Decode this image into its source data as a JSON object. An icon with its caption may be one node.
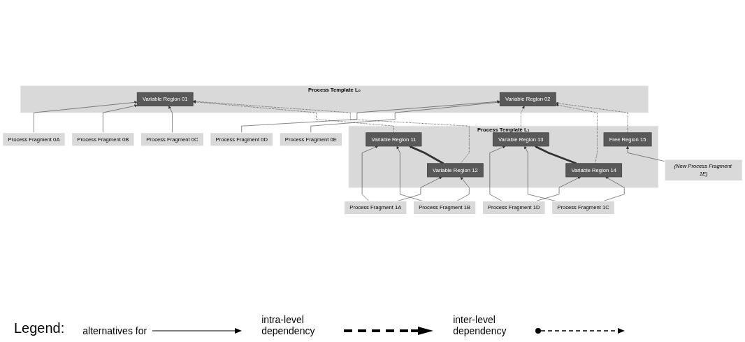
{
  "diagram": {
    "nodes": [
      {
        "text": [
          "Process Template L₀"
        ]
      },
      {
        "text": [
          "Variable Region 01"
        ],
        "in": 0
      },
      {
        "text": [
          "Variable Region 02"
        ],
        "in": 0
      },
      {
        "text": [
          "Process Template L₁"
        ]
      },
      {
        "text": [
          "Variable Region 12"
        ],
        "in": 3
      },
      {
        "text": [
          "Variable Region 14"
        ],
        "in": 3
      },
      {
        "text": [
          "Free Region 15"
        ],
        "in": 3
      },
      {
        "text": [
          "Variable Region 11"
        ],
        "in": 3
      },
      {
        "text": [
          "Variable Region 13"
        ],
        "in": 3
      },
      {
        "text": [
          "Process Fragment 0A"
        ]
      },
      {
        "text": [
          "Process Fragment 0B"
        ]
      },
      {
        "text": [
          "Process Fragment 0C"
        ]
      },
      {
        "text": [
          "Process Fragment 0D"
        ]
      },
      {
        "text": [
          "Process Fragment 0E"
        ]
      },
      {
        "text": [
          "(New Process Fragment 1E)"
        ]
      },
      {
        "text": [
          "Process Fragment 1A"
        ]
      },
      {
        "text": [
          "Process Fragment 1B"
        ]
      },
      {
        "text": [
          "Process Fragment 1D"
        ]
      },
      {
        "text": [
          "Process Fragment 1C"
        ]
      }
    ],
    "edges": [
      {
        "from": 9,
        "to": 1,
        "arrow": "to"
      },
      {
        "from": 10,
        "to": 1,
        "arrow": "to"
      },
      {
        "from": 11,
        "to": 1,
        "arrow": "to"
      },
      {
        "from": 12,
        "to": 2,
        "arrow": "to"
      },
      {
        "from": 13,
        "to": 2,
        "arrow": "to"
      },
      {
        "from": 14,
        "to": 6,
        "arrow": "to"
      },
      {
        "from": 15,
        "to": 4,
        "arrow": "to"
      },
      {
        "from": 15,
        "to": 7,
        "arrow": "to"
      },
      {
        "from": 16,
        "to": 4,
        "arrow": "to"
      },
      {
        "from": 16,
        "to": 7,
        "arrow": "to"
      },
      {
        "from": 17,
        "to": 5,
        "arrow": "to"
      },
      {
        "from": 17,
        "to": 8,
        "arrow": "to"
      },
      {
        "from": 18,
        "to": 5,
        "arrow": "to"
      },
      {
        "from": 18,
        "to": 8,
        "arrow": "to"
      },
      {
        "from": 7,
        "to": 1,
        "arrow": "to",
        "style": "dashed"
      },
      {
        "from": 4,
        "to": 1,
        "arrow": "to",
        "style": "dashed"
      },
      {
        "from": 8,
        "to": 2,
        "arrow": "to",
        "style": "dashed"
      },
      {
        "from": 5,
        "to": 2,
        "arrow": "to",
        "style": "dashed"
      },
      {
        "from": 6,
        "to": 2,
        "arrow": "to",
        "style": "dashed"
      },
      {
        "from": 4,
        "to": 7,
        "arrow": "to",
        "style": "thick"
      },
      {
        "from": 5,
        "to": 8,
        "arrow": "to",
        "style": "thick"
      }
    ],
    "labels": [
      "Legend:"
    ],
    "legend": [
      {
        "text": "alternatives for"
      },
      {
        "text": "intra-level dependency"
      },
      {
        "text": "inter-level dependency"
      }
    ]
  }
}
